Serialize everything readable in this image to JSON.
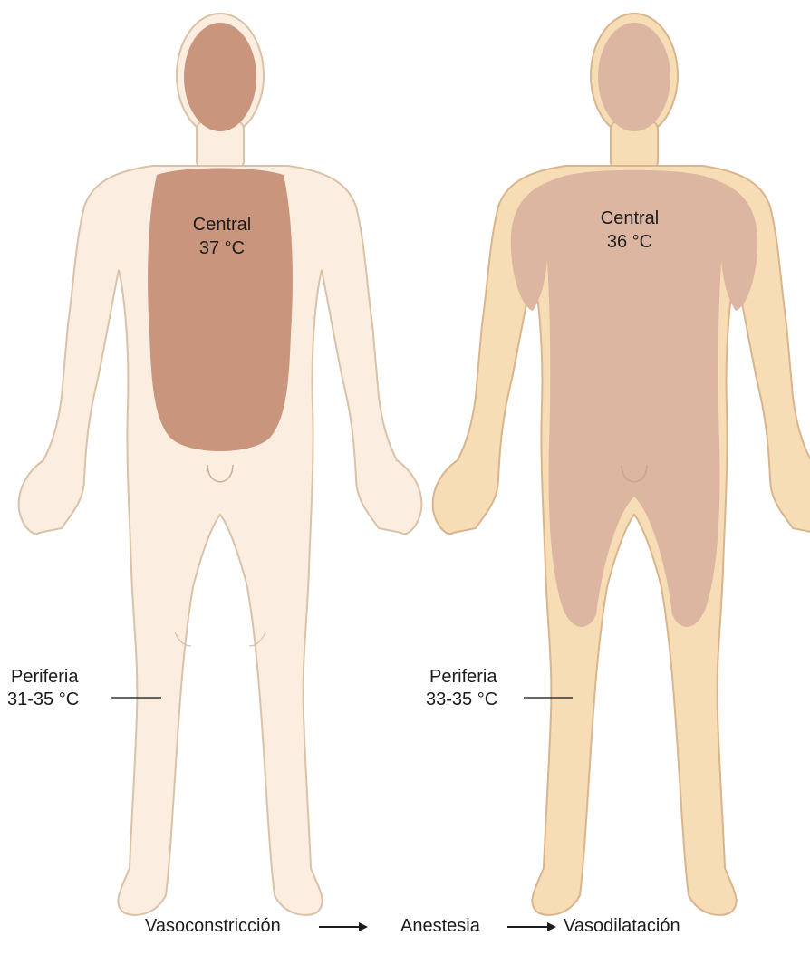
{
  "figures": [
    {
      "central_label": "Central",
      "central_temp": "37 °C",
      "periphery_label": "Periferia",
      "periphery_temp": "31-35 °C",
      "colors": {
        "skin": "#fbeee0",
        "outline": "#d9c2a8",
        "core": "#c9957c"
      }
    },
    {
      "central_label": "Central",
      "central_temp": "36 °C",
      "periphery_label": "Periferia",
      "periphery_temp": "33-35 °C",
      "colors": {
        "skin": "#f7ddb6",
        "outline": "#d9b48c",
        "core": "#dcb6a0"
      }
    }
  ],
  "flow": {
    "step1": "Vasoconstricción",
    "step2": "Anestesia",
    "step3": "Vasodilatación",
    "arrow": "→"
  }
}
